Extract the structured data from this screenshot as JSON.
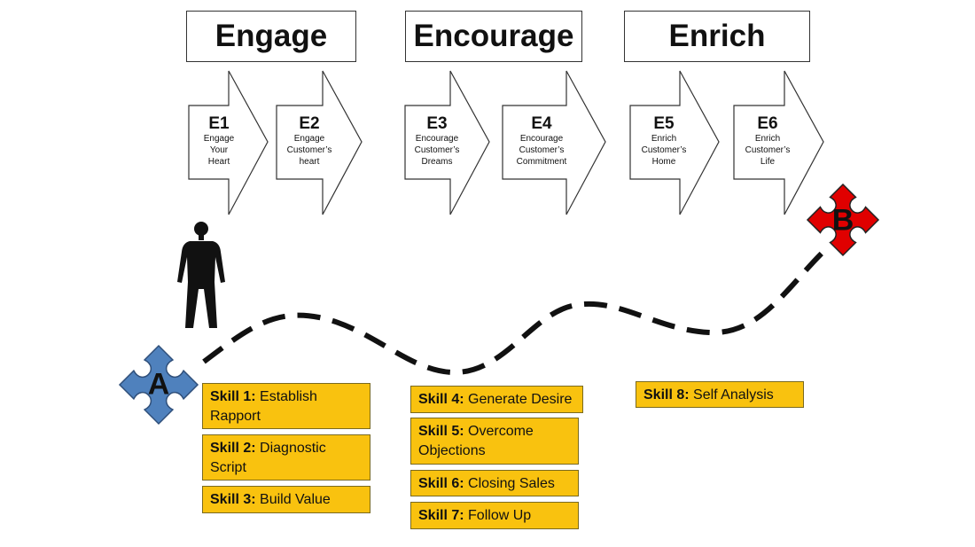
{
  "phases": [
    "Engage",
    "Encourage",
    "Enrich"
  ],
  "arrows": [
    {
      "code": "E1",
      "lines": [
        "Engage",
        "Your",
        "Heart"
      ]
    },
    {
      "code": "E2",
      "lines": [
        "Engage",
        "Customer’s",
        "heart"
      ]
    },
    {
      "code": "E3",
      "lines": [
        "Encourage",
        "Customer’s",
        "Dreams"
      ]
    },
    {
      "code": "E4",
      "lines": [
        "Encourage",
        "Customer’s",
        "Commitment"
      ]
    },
    {
      "code": "E5",
      "lines": [
        "Enrich",
        "Customer’s",
        "Home"
      ]
    },
    {
      "code": "E6",
      "lines": [
        "Enrich",
        "Customer’s",
        "Life"
      ]
    }
  ],
  "start": {
    "label": "A",
    "color": "#4f81bd"
  },
  "end": {
    "label": "B",
    "color": "#e00000"
  },
  "skills": [
    {
      "id": "Skill 1:",
      "text": "Establish Rapport"
    },
    {
      "id": "Skill 2:",
      "text": "Diagnostic Script"
    },
    {
      "id": "Skill 3:",
      "text": "Build Value"
    },
    {
      "id": "Skill 4:",
      "text": "Generate Desire"
    },
    {
      "id": "Skill 5:",
      "text": "Overcome Objections"
    },
    {
      "id": "Skill 6:",
      "text": "Closing Sales"
    },
    {
      "id": "Skill 7:",
      "text": "Follow Up"
    },
    {
      "id": "Skill 8:",
      "text": "Self Analysis"
    }
  ]
}
